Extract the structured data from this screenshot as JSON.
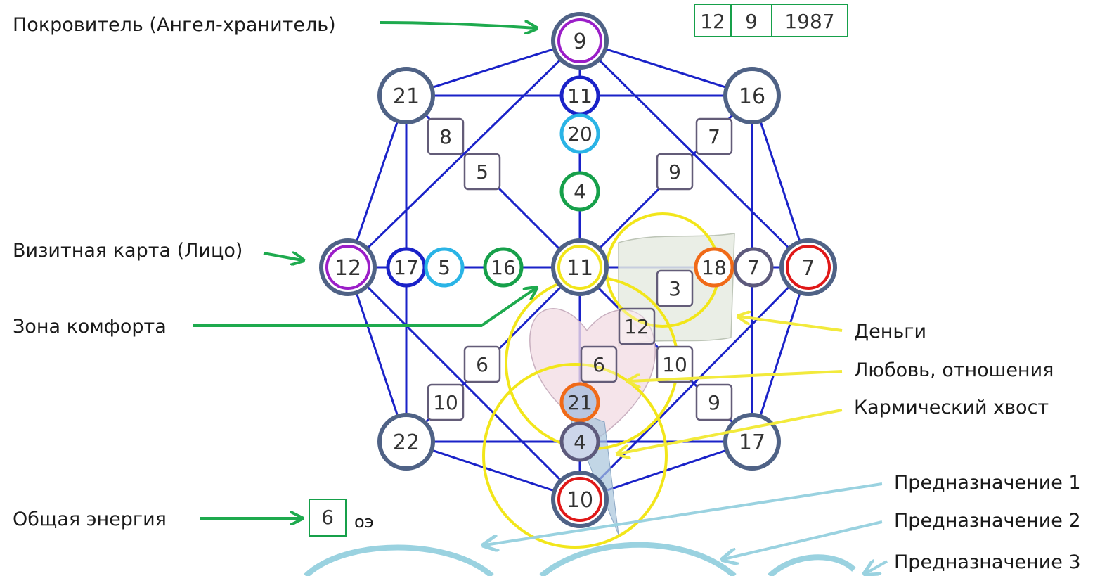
{
  "colors": {
    "line": "#1a22c8",
    "ring_outer": "#4f6286",
    "purple": "#9b1ec8",
    "red": "#e01818",
    "blue": "#1a22c8",
    "cyan": "#2ab4e6",
    "green": "#16a04a",
    "orange": "#f06a18",
    "slate": "#5d5a7c",
    "yellow": "#f2e61a",
    "arrow_green": "#1eaa4e",
    "arrow_yellow": "#f2ea3c",
    "arrow_lightblue": "#9ad2e0",
    "box_border": "#635c78",
    "text": "#1a1a1a"
  },
  "date": {
    "day": "12",
    "month": "9",
    "year": "1987"
  },
  "labels": {
    "patron": "Покровитель (Ангел-хранитель)",
    "business_card": "Визитная карта (Лицо)",
    "comfort_zone": "Зона комфорта",
    "total_energy": "Общая энергия",
    "total_energy_value": "6",
    "total_energy_suffix": "оэ",
    "money": "Деньги",
    "love": "Любовь, отношения",
    "karmic_tail": "Кармический хвост",
    "purpose_1": "Предназначение 1",
    "purpose_2": "Предназначение 2",
    "purpose_3": "Предназначение 3"
  },
  "nodes": {
    "top": "9",
    "top_left": "21",
    "top_right": "16",
    "left": "12",
    "right": "7",
    "bottom_left": "22",
    "bottom_right": "17",
    "bottom": "10",
    "center": "11",
    "vert_1": "11",
    "vert_2": "20",
    "vert_3": "4",
    "horiz_1": "17",
    "horiz_2": "5",
    "horiz_3": "16",
    "right_inner_1": "18",
    "right_inner_2": "7",
    "lower_1": "21",
    "lower_2": "4"
  },
  "boxes": {
    "upper_left_1": "8",
    "upper_left_2": "5",
    "upper_right_1": "7",
    "upper_right_2": "9",
    "money_center": "3",
    "heart_top": "12",
    "mid_left": "6",
    "mid_center": "6",
    "mid_right": "10",
    "lower_left": "10",
    "lower_right": "9"
  }
}
